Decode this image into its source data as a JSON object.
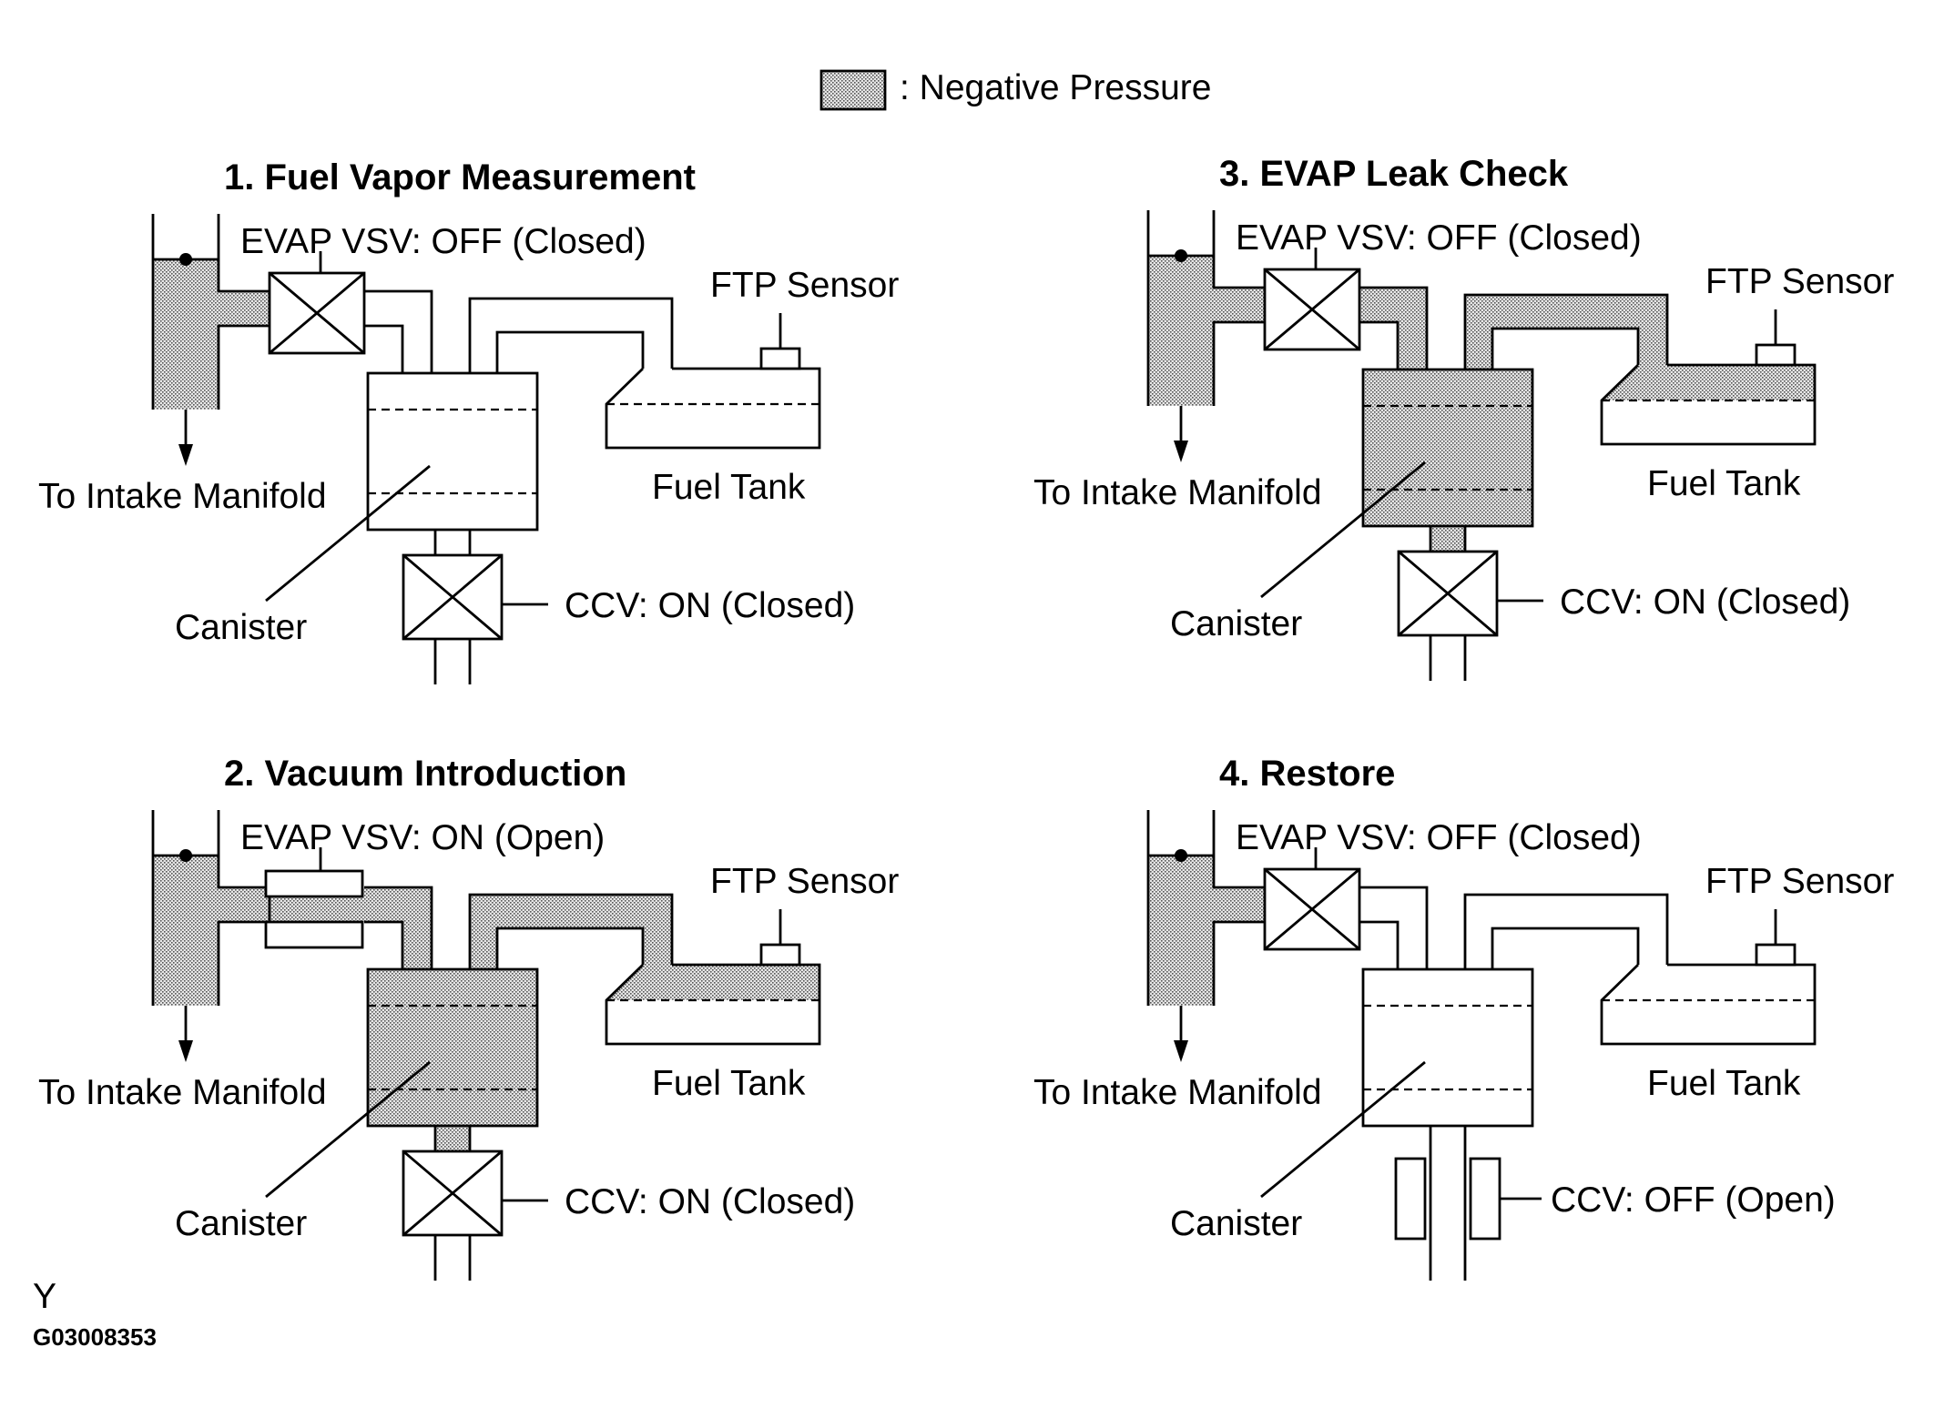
{
  "legend": {
    "text": ": Negative Pressure"
  },
  "panels": [
    {
      "title": "1. Fuel Vapor Measurement",
      "evap_vsv": "EVAP VSV: OFF (Closed)",
      "ftp_sensor": "FTP Sensor",
      "fuel_tank": "Fuel Tank",
      "intake": "To Intake Manifold",
      "canister": "Canister",
      "ccv": "CCV: ON (Closed)",
      "negative": {
        "manifold": true,
        "vsv_to_canister": false,
        "canister": false,
        "tank_line": false,
        "tank": false,
        "ccv_line": false
      },
      "vsv_state": "closed",
      "ccv_state": "closed"
    },
    {
      "title": "3. EVAP Leak Check",
      "evap_vsv": "EVAP VSV: OFF (Closed)",
      "ftp_sensor": "FTP Sensor",
      "fuel_tank": "Fuel Tank",
      "intake": "To Intake Manifold",
      "canister": "Canister",
      "ccv": "CCV: ON (Closed)",
      "negative": {
        "manifold": true,
        "vsv_to_canister": true,
        "canister": true,
        "tank_line": true,
        "tank": true,
        "ccv_line": true
      },
      "vsv_state": "closed",
      "ccv_state": "closed"
    },
    {
      "title": "2. Vacuum  Introduction",
      "evap_vsv": "EVAP VSV: ON (Open)",
      "ftp_sensor": "FTP Sensor",
      "fuel_tank": "Fuel Tank",
      "intake": "To Intake Manifold",
      "canister": "Canister",
      "ccv": "CCV: ON (Closed)",
      "negative": {
        "manifold": true,
        "vsv_to_canister": true,
        "canister": true,
        "tank_line": true,
        "tank": true,
        "ccv_line": true
      },
      "vsv_state": "open",
      "ccv_state": "closed"
    },
    {
      "title": "4. Restore",
      "evap_vsv": "EVAP VSV: OFF (Closed)",
      "ftp_sensor": "FTP Sensor",
      "fuel_tank": "Fuel Tank",
      "intake": "To Intake Manifold",
      "canister": "Canister",
      "ccv": "CCV: OFF (Open)",
      "negative": {
        "manifold": true,
        "vsv_to_canister": false,
        "canister": false,
        "tank_line": false,
        "tank": false,
        "ccv_line": false
      },
      "vsv_state": "closed",
      "ccv_state": "open"
    }
  ],
  "footer": {
    "letter": "Y",
    "code": "G03008353"
  },
  "colors": {
    "line": "#000000",
    "shade": "#c8c8c8",
    "background": "#ffffff"
  }
}
